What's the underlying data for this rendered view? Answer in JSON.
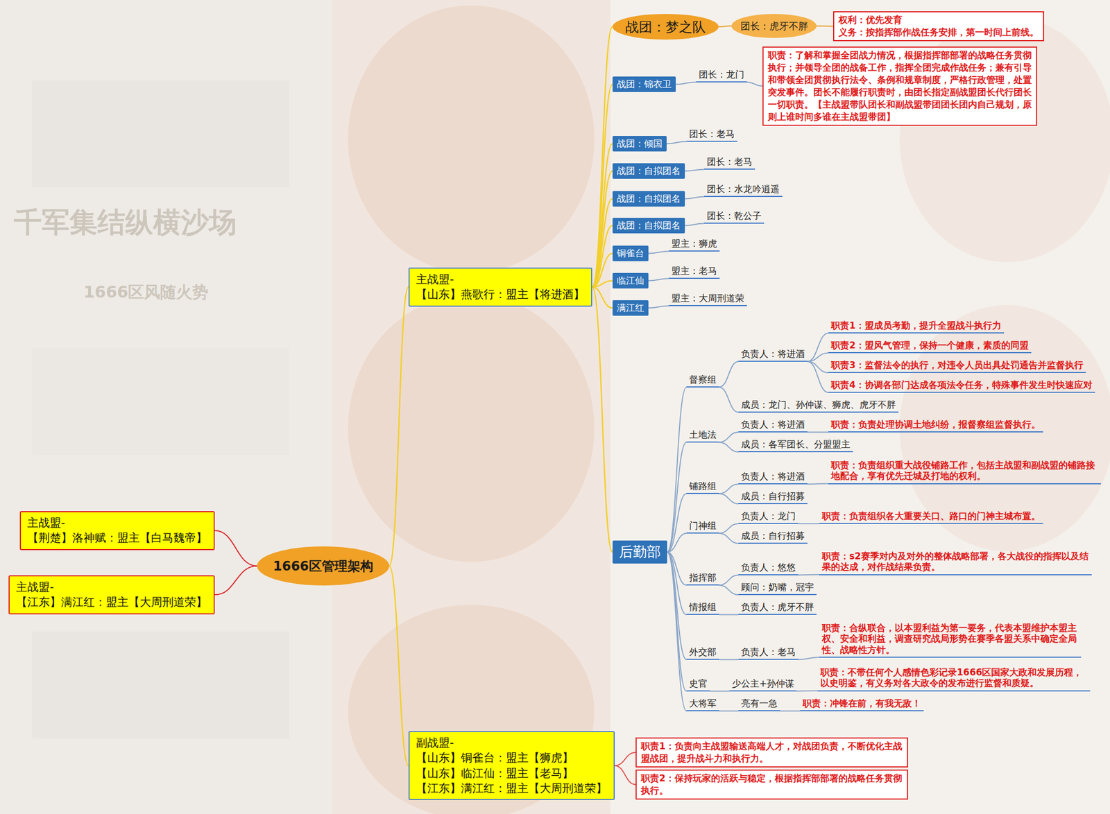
{
  "diagram": {
    "nodes": [
      {
        "text": [
          "1666区管理架构"
        ]
      },
      {
        "text": [
          "主战盟-",
          "【荆楚】洛神赋：盟主【白马魏帝】"
        ]
      },
      {
        "text": [
          "主战盟-",
          "【江东】满江红：盟主【大周刑道荣】"
        ]
      },
      {
        "text": [
          "主战盟-",
          "【山东】燕歌行：盟主【将进酒】"
        ]
      },
      {
        "text": [
          "战团：梦之队"
        ]
      },
      {
        "text": [
          "团长：虎牙不胖"
        ]
      },
      {
        "text": [
          "权利：优先发育",
          "义务：按指挥部作战任务安排，第一时间上前线。"
        ]
      },
      {
        "text": [
          "战团：锦衣卫"
        ]
      },
      {
        "text": [
          "团长：龙门"
        ]
      },
      {
        "text": [
          "职责：了解和掌握全团战力情况，根据指挥部部署的战略任务贯彻执行；并领导全团的战备工作，指挥全团完成作战任务；兼有引导和带领全团贯彻执行法令、条例和规章制度，严格行政管理，处置突发事件。团长不能履行职责时，由团长指定副战盟团长代行团长一切职责。【主战盟带队团长和副战盟带团团长团内自己规划，原则上谁时间多谁在主战盟带团】"
        ]
      },
      {
        "text": [
          "战团：倾国"
        ]
      },
      {
        "text": [
          "团长：老马"
        ]
      },
      {
        "text": [
          "战团：自拟团名"
        ]
      },
      {
        "text": [
          "团长：老马"
        ]
      },
      {
        "text": [
          "战团：自拟团名"
        ]
      },
      {
        "text": [
          "团长：水龙吟逍遥"
        ]
      },
      {
        "text": [
          "战团：自拟团名"
        ]
      },
      {
        "text": [
          "团长：乾公子"
        ]
      },
      {
        "text": [
          "铜雀台"
        ]
      },
      {
        "text": [
          "盟主：狮虎"
        ]
      },
      {
        "text": [
          "临江仙"
        ]
      },
      {
        "text": [
          "盟主：老马"
        ]
      },
      {
        "text": [
          "满江红"
        ]
      },
      {
        "text": [
          "盟主：大周刑道荣"
        ]
      },
      {
        "text": [
          "后勤部"
        ]
      },
      {
        "text": [
          "督察组"
        ]
      },
      {
        "text": [
          "负责人：将进酒"
        ]
      },
      {
        "text": [
          "职责1：盟成员考勤，提升全盟战斗执行力"
        ]
      },
      {
        "text": [
          "职责2：盟风气管理，保持一个健康，素质的同盟"
        ]
      },
      {
        "text": [
          "职责3：监督法令的执行，对违令人员出具处罚通告并监督执行"
        ]
      },
      {
        "text": [
          "职责4：协调各部门达成各项法令任务，特殊事件发生时快速应对"
        ]
      },
      {
        "text": [
          "成员：龙门、孙仲谋、狮虎、虎牙不胖"
        ]
      },
      {
        "text": [
          "土地法"
        ]
      },
      {
        "text": [
          "负责人：将进酒"
        ]
      },
      {
        "text": [
          "职责：负责处理协调土地纠纷，报督察组监督执行。"
        ]
      },
      {
        "text": [
          "成员：各军团长、分盟盟主"
        ]
      },
      {
        "text": [
          "铺路组"
        ]
      },
      {
        "text": [
          "负责人：将进酒"
        ]
      },
      {
        "text": [
          "职责：负责组织重大战役铺路工作，包括主战盟和副战盟的铺路接地配合，享有优先迁城及打地的权利。"
        ]
      },
      {
        "text": [
          "成员：自行招募"
        ]
      },
      {
        "text": [
          "门神组"
        ]
      },
      {
        "text": [
          "负责人：龙门"
        ]
      },
      {
        "text": [
          "职责：负责组织各大重要关口、路口的门神主城布置。"
        ]
      },
      {
        "text": [
          "成员：自行招募"
        ]
      },
      {
        "text": [
          "指挥部"
        ]
      },
      {
        "text": [
          "负责人：悠悠"
        ]
      },
      {
        "text": [
          "职责：s2赛季对内及对外的整体战略部署，各大战役的指挥以及结果的达成，对作战结果负责。"
        ]
      },
      {
        "text": [
          "顾问：奶嘴，冠宇"
        ]
      },
      {
        "text": [
          "情报组"
        ]
      },
      {
        "text": [
          "负责人：虎牙不胖"
        ]
      },
      {
        "text": [
          "外交部"
        ]
      },
      {
        "text": [
          "负责人：老马"
        ]
      },
      {
        "text": [
          "职责：合纵联合，以本盟利益为第一要务，代表本盟维护本盟主权、安全和利益，调查研究战局形势在赛季各盟关系中确定全局性、战略性方针。"
        ]
      },
      {
        "text": [
          "史官"
        ]
      },
      {
        "text": [
          "少公主+孙仲谋"
        ]
      },
      {
        "text": [
          "职责：不带任何个人感情色彩记录1666区国家大政和发展历程，以史明鉴，有义务对各大政令的发布进行监督和质疑。"
        ]
      },
      {
        "text": [
          "大将军"
        ]
      },
      {
        "text": [
          "亮有一急"
        ]
      },
      {
        "text": [
          "职责：冲锋在前，有我无敌！"
        ]
      },
      {
        "text": [
          "副战盟-",
          "【山东】铜雀台：盟主【狮虎】",
          "【山东】临江仙：盟主【老马】",
          "【江东】满江红：盟主【大周刑道荣】"
        ]
      },
      {
        "text": [
          "职责1：负责向主战盟输送高端人才，对战团负责，不断优化主战盟战团，提升战斗力和执行力。"
        ]
      },
      {
        "text": [
          "职责2：保持玩家的活跃与稳定，根据指挥部部署的战略任务贯彻执行。"
        ]
      }
    ],
    "edges": [
      {
        "from": 0,
        "to": 1,
        "arrow": "none"
      },
      {
        "from": 0,
        "to": 2,
        "arrow": "none"
      },
      {
        "from": 0,
        "to": 3,
        "arrow": "none"
      },
      {
        "from": 0,
        "to": 59,
        "arrow": "none"
      },
      {
        "from": 3,
        "to": 4,
        "arrow": "none"
      },
      {
        "from": 3,
        "to": 7,
        "arrow": "none"
      },
      {
        "from": 3,
        "to": 10,
        "arrow": "none"
      },
      {
        "from": 3,
        "to": 12,
        "arrow": "none"
      },
      {
        "from": 3,
        "to": 14,
        "arrow": "none"
      },
      {
        "from": 3,
        "to": 16,
        "arrow": "none"
      },
      {
        "from": 3,
        "to": 18,
        "arrow": "none"
      },
      {
        "from": 3,
        "to": 20,
        "arrow": "none"
      },
      {
        "from": 3,
        "to": 22,
        "arrow": "none"
      },
      {
        "from": 3,
        "to": 24,
        "arrow": "none"
      },
      {
        "from": 4,
        "to": 5,
        "arrow": "none"
      },
      {
        "from": 5,
        "to": 6,
        "arrow": "none"
      },
      {
        "from": 7,
        "to": 8,
        "arrow": "none"
      },
      {
        "from": 8,
        "to": 9,
        "arrow": "none"
      },
      {
        "from": 10,
        "to": 11,
        "arrow": "none"
      },
      {
        "from": 12,
        "to": 13,
        "arrow": "none"
      },
      {
        "from": 14,
        "to": 15,
        "arrow": "none"
      },
      {
        "from": 16,
        "to": 17,
        "arrow": "none"
      },
      {
        "from": 18,
        "to": 19,
        "arrow": "none"
      },
      {
        "from": 20,
        "to": 21,
        "arrow": "none"
      },
      {
        "from": 22,
        "to": 23,
        "arrow": "none"
      },
      {
        "from": 24,
        "to": 25,
        "arrow": "none"
      },
      {
        "from": 24,
        "to": 32,
        "arrow": "none"
      },
      {
        "from": 24,
        "to": 36,
        "arrow": "none"
      },
      {
        "from": 24,
        "to": 40,
        "arrow": "none"
      },
      {
        "from": 24,
        "to": 44,
        "arrow": "none"
      },
      {
        "from": 24,
        "to": 48,
        "arrow": "none"
      },
      {
        "from": 24,
        "to": 50,
        "arrow": "none"
      },
      {
        "from": 24,
        "to": 53,
        "arrow": "none"
      },
      {
        "from": 24,
        "to": 56,
        "arrow": "none"
      },
      {
        "from": 25,
        "to": 26,
        "arrow": "none"
      },
      {
        "from": 25,
        "to": 31,
        "arrow": "none"
      },
      {
        "from": 26,
        "to": 27,
        "arrow": "none"
      },
      {
        "from": 26,
        "to": 28,
        "arrow": "none"
      },
      {
        "from": 26,
        "to": 29,
        "arrow": "none"
      },
      {
        "from": 26,
        "to": 30,
        "arrow": "none"
      },
      {
        "from": 32,
        "to": 33,
        "arrow": "none"
      },
      {
        "from": 32,
        "to": 35,
        "arrow": "none"
      },
      {
        "from": 33,
        "to": 34,
        "arrow": "none"
      },
      {
        "from": 36,
        "to": 37,
        "arrow": "none"
      },
      {
        "from": 36,
        "to": 39,
        "arrow": "none"
      },
      {
        "from": 37,
        "to": 38,
        "arrow": "none"
      },
      {
        "from": 40,
        "to": 41,
        "arrow": "none"
      },
      {
        "from": 40,
        "to": 43,
        "arrow": "none"
      },
      {
        "from": 41,
        "to": 42,
        "arrow": "none"
      },
      {
        "from": 44,
        "to": 45,
        "arrow": "none"
      },
      {
        "from": 44,
        "to": 47,
        "arrow": "none"
      },
      {
        "from": 45,
        "to": 46,
        "arrow": "none"
      },
      {
        "from": 48,
        "to": 49,
        "arrow": "none"
      },
      {
        "from": 50,
        "to": 51,
        "arrow": "none"
      },
      {
        "from": 51,
        "to": 52,
        "arrow": "none"
      },
      {
        "from": 53,
        "to": 54,
        "arrow": "none"
      },
      {
        "from": 54,
        "to": 55,
        "arrow": "none"
      },
      {
        "from": 56,
        "to": 57,
        "arrow": "none"
      },
      {
        "from": 57,
        "to": 58,
        "arrow": "none"
      },
      {
        "from": 59,
        "to": 60,
        "arrow": "none"
      },
      {
        "from": 59,
        "to": 61,
        "arrow": "none"
      }
    ],
    "labels": [
      "千军集结纵横沙场",
      "1666区风随火势"
    ]
  }
}
